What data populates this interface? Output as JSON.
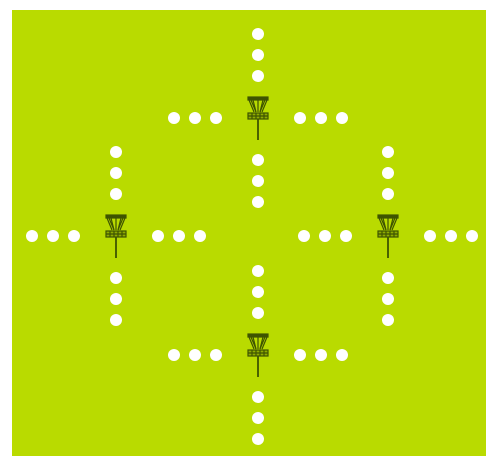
{
  "colors": {
    "field": "#b9db00",
    "marker": "#ffffff",
    "basket": "#3e5400"
  },
  "field": {
    "baskets": [
      {
        "id": "north",
        "icon": "disc-golf-basket-icon",
        "markers_per_arm": 3
      },
      {
        "id": "west",
        "icon": "disc-golf-basket-icon",
        "markers_per_arm": 3
      },
      {
        "id": "east",
        "icon": "disc-golf-basket-icon",
        "markers_per_arm": 3
      },
      {
        "id": "south",
        "icon": "disc-golf-basket-icon",
        "markers_per_arm": 3
      }
    ]
  }
}
